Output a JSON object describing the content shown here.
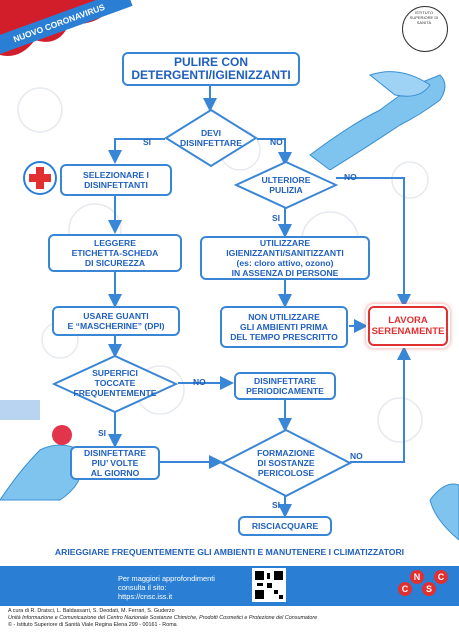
{
  "ribbon": "NUOVO CORONAVIRUS",
  "flow": {
    "start": "PULIRE CON\nDETERGENTI/IGIENIZZANTI",
    "decision1": "DEVI\nDISINFETTARE",
    "yes": "SI",
    "no": "NO",
    "select": "SELEZIONARE I\nDISINFETTANTI",
    "further": "ULTERIORE\nPULIZIA",
    "read_label": "LEGGERE\nETICHETTA-SCHEDA\nDI SICUREZZA",
    "sanitize": "UTILIZZARE\nIGIENIZZANTI/SANITIZZANTI\n(es: cloro attivo, ozono)\nIN ASSENZA DI PERSONE",
    "gloves": "USARE GUANTI\nE “MASCHERINE” (DPI)",
    "dont_use": "NON UTILIZZARE\nGLI AMBIENTI PRIMA\nDEL TEMPO PRESCRITTO",
    "work": "LAVORA\nSERENAMENTE",
    "surfaces": "SUPERFICI\nTOCCATE\nFREQUENTEMENTE",
    "disinfect_periodically": "DISINFETTARE\nPERIODICAMENTE",
    "disinfect_more": "DISINFETTARE\nPIU’ VOLTE\nAL GIORNO",
    "hazardous": "FORMAZIONE\nDI SOSTANZE\nPERICOLOSE",
    "rinse": "RISCIACQUARE"
  },
  "banner": "ARIEGGIARE FREQUENTEMENTE GLI AMBIENTI E MANUTENERE I CLIMATIZZATORI",
  "footer": {
    "line1": "Per maggiori approfondimenti",
    "line2": "consulta il sito:",
    "line3": "https://cnsc.iss.it"
  },
  "credits": {
    "authors": "A cura di R. Draisci, L. Baldassarri, S. Deodati, M. Ferrari, S. Guderzo",
    "unit": "Unità Informazione e Comunicazione del Centro Nazionale Sostanze Chimiche, Prodotti Cosmetici e Protezione del Consumatore",
    "copyright": "© - Istituto Superiore di Sanità Viale Regina Elena 299 - 00161 - Roma"
  },
  "logos": {
    "iss": "ISTITUTO SUPERIORE DI SANITÀ",
    "cnsc": [
      "C",
      "N",
      "S",
      "C"
    ]
  },
  "colors": {
    "accent": "#2a7fd4",
    "box_border": "#3a86d6",
    "text": "#1f5fbf",
    "alert": "#e23030"
  }
}
